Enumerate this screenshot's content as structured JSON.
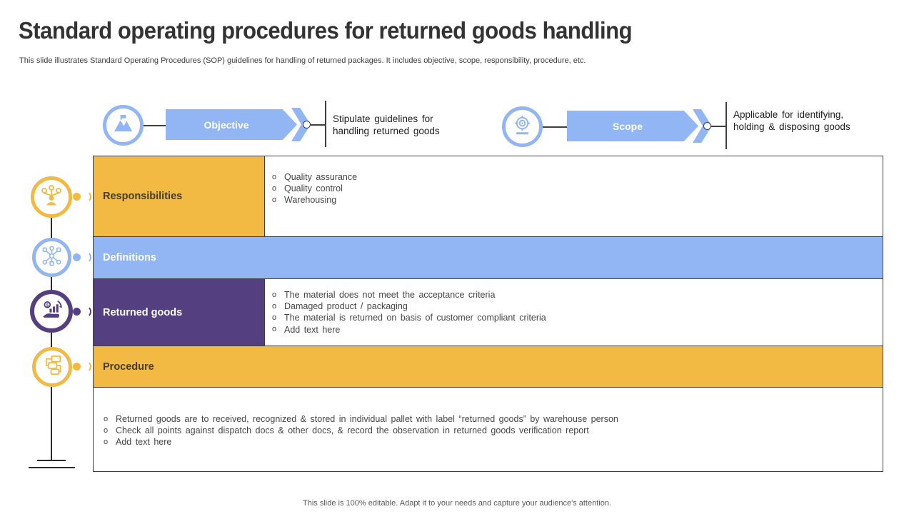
{
  "slide": {
    "title": "Standard operating procedures for returned goods handling",
    "subtitle": "This slide illustrates Standard Operating Procedures (SOP) guidelines for handling of returned packages. It includes objective, scope, responsibility, procedure, etc.",
    "footer": "This slide is 100% editable. Adapt it to your needs and capture your audience's attention."
  },
  "callouts": [
    {
      "label": "Objective",
      "icon": "mountain-flag-icon",
      "description": "Stipulate guidelines for handling returned goods"
    },
    {
      "label": "Scope",
      "icon": "target-scope-icon",
      "description": "Applicable for identifying, holding & disposing goods"
    }
  ],
  "table": {
    "rows": [
      {
        "label": "Responsibilities",
        "color": "yellow",
        "icon": "delegation-icon",
        "bullets": [
          "Quality assurance",
          "Quality control",
          "Warehousing"
        ]
      },
      {
        "label": "Definitions",
        "color": "blue",
        "icon": "network-icon",
        "bullets": []
      },
      {
        "label": "Returned goods",
        "color": "purple",
        "icon": "hand-chart-icon",
        "bullets": [
          "The material does not meet the acceptance criteria",
          "Damaged product / packaging",
          "The material is returned on basis of customer compliant criteria",
          "Add text here"
        ]
      },
      {
        "label": "Procedure",
        "color": "yellow",
        "icon": "flowchart-icon",
        "bullets": []
      },
      {
        "label": "",
        "color": "white",
        "icon": "",
        "bullets": [
          "Returned goods are to received,  recognized & stored in individual  pallet with label “returned goods” by warehouse  person",
          "Check all points against dispatch docs & other docs, & record the observation  in returned goods verification  report",
          "Add text here"
        ]
      }
    ]
  },
  "colors": {
    "yellow": "#F2BA43",
    "blue": "#92B6F3",
    "purple": "#544081",
    "border": "#3F3F3F"
  }
}
